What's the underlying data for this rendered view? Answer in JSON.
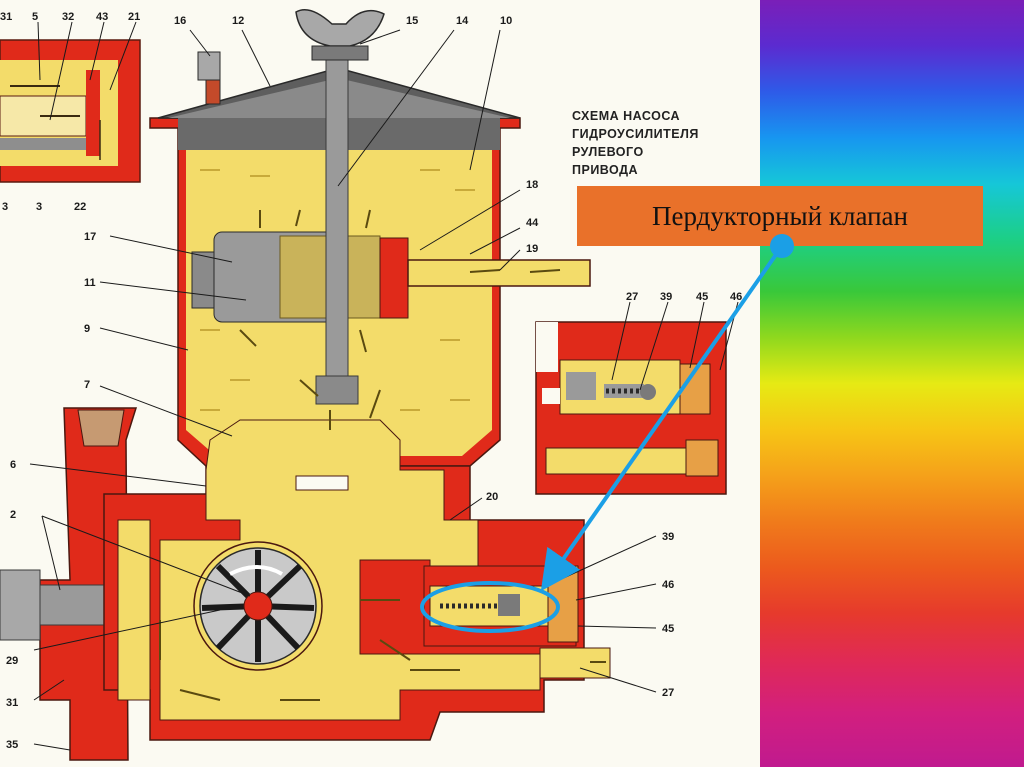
{
  "title_lines": [
    "СХЕМА НАСОСА",
    "ГИДРОУСИЛИТЕЛЯ",
    "РУЛЕВОГО",
    "ПРИВОДА"
  ],
  "callout": {
    "text": "Пердукторный клапан"
  },
  "part_labels": {
    "p31a": "31",
    "p5": "5",
    "p32": "32",
    "p43": "43",
    "p21": "21",
    "p16": "16",
    "p12": "12",
    "p15": "15",
    "p14": "14",
    "p10": "10",
    "p3a": "3",
    "p3b": "3",
    "p22": "22",
    "p18": "18",
    "p44": "44",
    "p19": "19",
    "p17": "17",
    "p11": "11",
    "p9": "9",
    "p7": "7",
    "p6": "6",
    "p27a": "27",
    "p39a": "39",
    "p45a": "45",
    "p46a": "46",
    "p20": "20",
    "p2": "2",
    "p39b": "39",
    "p46b": "46",
    "p45b": "45",
    "p27b": "27",
    "p29": "29",
    "p31b": "31",
    "p35": "35"
  },
  "colors": {
    "housing_red": "#e02a1a",
    "fluid_yellow": "#f3dc6a",
    "callout_orange": "#e9712a",
    "pointer_blue": "#1b9fe6"
  }
}
